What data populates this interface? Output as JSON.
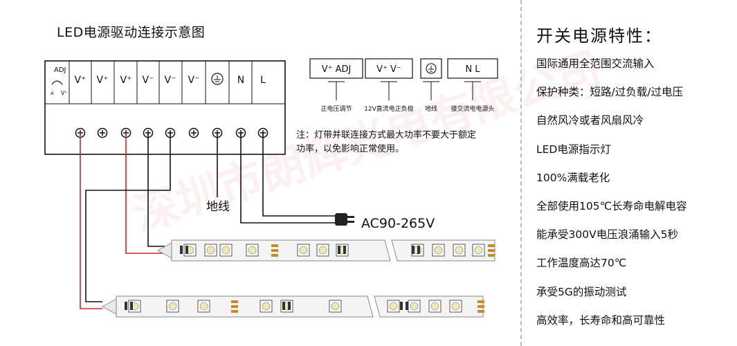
{
  "diagram_title": "LED电源驱动连接示意图",
  "psu": {
    "adj_label": "ADJ",
    "adj_sub_left": "A",
    "adj_sub_right": "V⁺",
    "terminals": [
      "V⁺",
      "V⁺",
      "V⁺",
      "V⁻",
      "V⁻",
      "V⁻",
      "⏚",
      "N",
      "L"
    ]
  },
  "legend": [
    {
      "box": "V⁺  ADJ",
      "caption": "正电压调节"
    },
    {
      "box": "V⁺    V⁻",
      "caption": "12V直流电正负极"
    },
    {
      "box": "⏚",
      "caption": "地线"
    },
    {
      "box": "N       L",
      "caption": "接交流电电源头"
    }
  ],
  "note": "注：灯带并联连接方式最大功率不要大于额定功率，以免影响正常使用。",
  "ground_label": "地线",
  "ac_label": "AC90-265V",
  "watermark": "深圳市朗辉光电有限公司",
  "colors": {
    "positive_wire": "#e02020",
    "negative_wire": "#111111",
    "led_pad": "#c58a2a"
  },
  "features": {
    "title": "开关电源特性：",
    "items": [
      "国际通用全范围交流输入",
      "保护种类：短路/过负载/过电压",
      "自然风冷或者风扇风冷",
      "LED电源指示灯",
      "100%满载老化",
      "全部使用105℃长寿命电解电容",
      "能承受300V电压浪涌输入5秒",
      "工作温度高达70℃",
      "承受5G的振动测试",
      "高效率，长寿命和高可靠性"
    ]
  }
}
